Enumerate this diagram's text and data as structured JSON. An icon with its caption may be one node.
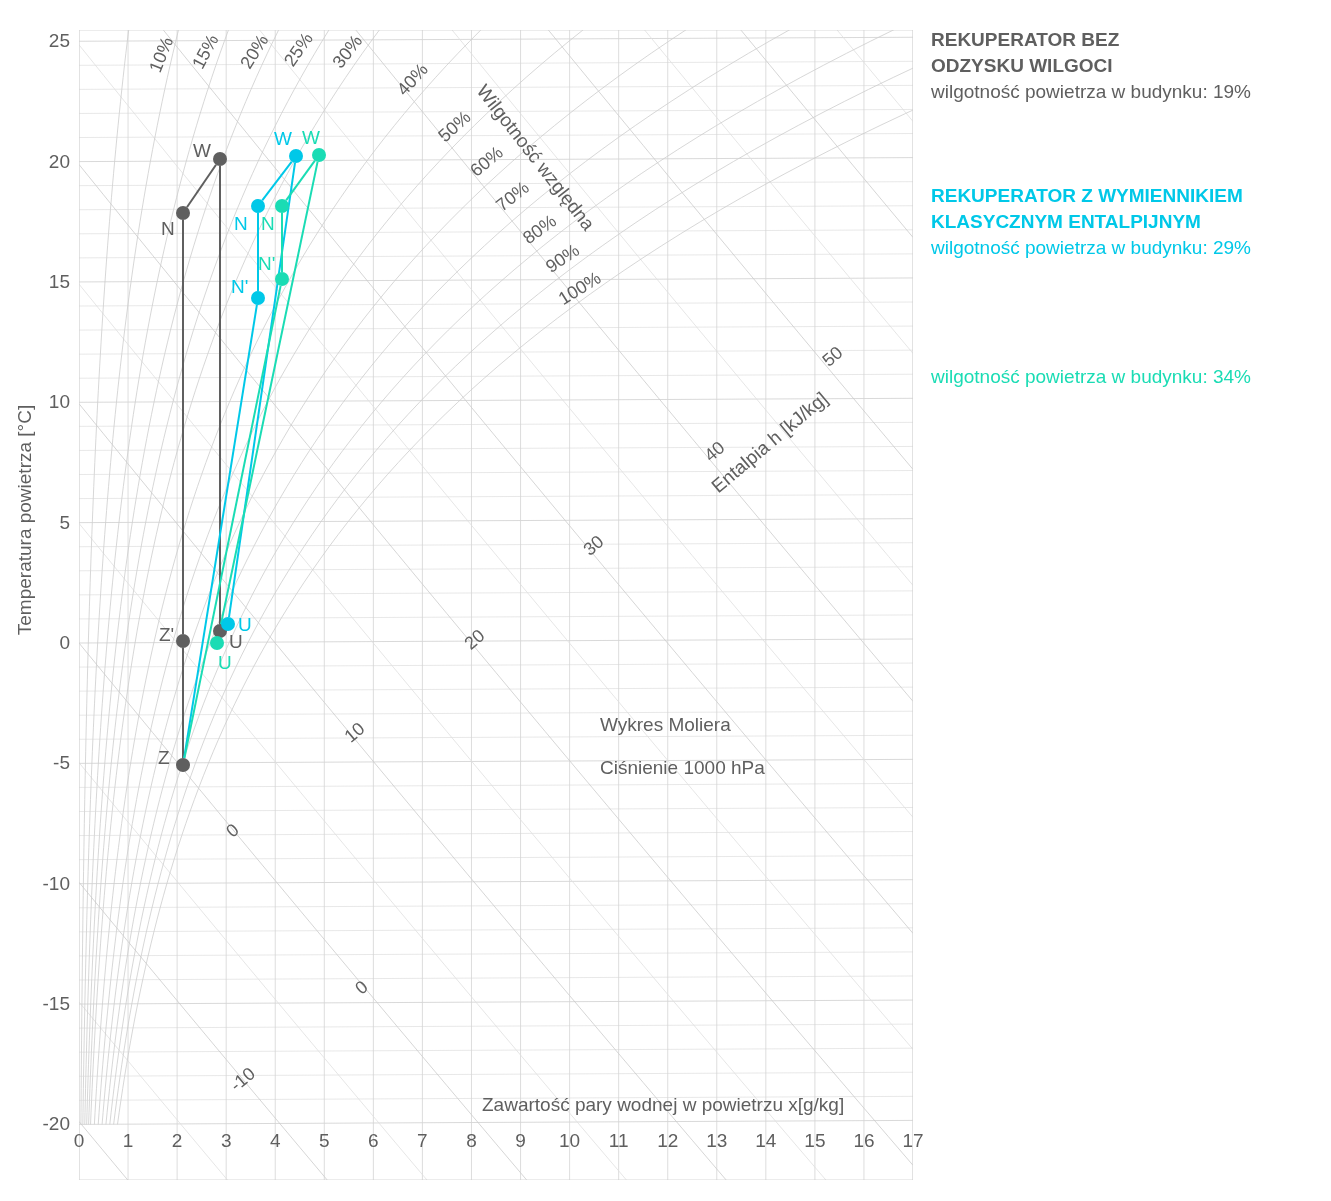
{
  "diagram": {
    "nodes": [
      {
        "text": [
          "W"
        ]
      },
      {
        "text": [
          "N"
        ]
      },
      {
        "text": [
          "Z'"
        ]
      },
      {
        "text": [
          "U"
        ]
      },
      {
        "text": [
          "Z"
        ]
      },
      {
        "text": [
          "W"
        ]
      },
      {
        "text": [
          "N"
        ]
      },
      {
        "text": [
          "N'"
        ]
      },
      {
        "text": [
          "U"
        ]
      },
      {
        "text": [
          "W"
        ]
      },
      {
        "text": [
          "N"
        ]
      },
      {
        "text": [
          "N'"
        ]
      },
      {
        "text": [
          "U"
        ]
      }
    ],
    "edges": [
      {
        "from": 4,
        "to": 2,
        "arrow": "none"
      },
      {
        "from": 2,
        "to": 1,
        "arrow": "none"
      },
      {
        "from": 1,
        "to": 0,
        "arrow": "none"
      },
      {
        "from": 0,
        "to": 3,
        "arrow": "none"
      },
      {
        "from": 6,
        "to": 5,
        "arrow": "none",
        "color": "#00c8e8"
      },
      {
        "from": 6,
        "to": 7,
        "arrow": "none",
        "color": "#00c8e8"
      },
      {
        "from": 7,
        "to": 4,
        "arrow": "none",
        "color": "#00c8e8"
      },
      {
        "from": 5,
        "to": 8,
        "arrow": "none",
        "color": "#00c8e8"
      },
      {
        "from": 10,
        "to": 9,
        "arrow": "none",
        "color": "#1adcb4"
      },
      {
        "from": 10,
        "to": 11,
        "arrow": "none",
        "color": "#1adcb4"
      },
      {
        "from": 11,
        "to": 4,
        "arrow": "none",
        "color": "#1adcb4"
      },
      {
        "from": 9,
        "to": 12,
        "arrow": "none",
        "color": "#1adcb4"
      }
    ],
    "labels": [
      "25",
      "20",
      "15",
      "10",
      "5",
      "0",
      "-5",
      "-10",
      "-15",
      "-20",
      "0",
      "1",
      "2",
      "3",
      "4",
      "5",
      "6",
      "7",
      "8",
      "9",
      "10",
      "11",
      "12",
      "13",
      "14",
      "15",
      "16",
      "17",
      "Temperatura powietrza [°C]",
      "Zawartość pary wodnej w powietrzu x[g/kg]",
      "10%",
      "15%",
      "20%",
      "25%",
      "30%",
      "40%",
      "50%",
      "60%",
      "70%",
      "80%",
      "90%",
      "100%",
      "Wilgotność względna",
      "50",
      "40",
      "30",
      "20",
      "10",
      "0",
      "0",
      "-10",
      "Entalpia h [kJ/kg]",
      "Wykres Moliera",
      "Ciśnienie 1000 hPa",
      "REKUPERATOR BEZ ODZYSKU WILGOCI",
      "wilgotność powietrza w budynku: 19%",
      "REKUPERATOR Z WYMIENNIKIEM KLASYCZNYM ENTALPIJNYM",
      "wilgotność powietrza w budynku: 29%",
      "wilgotność powietrza w budynku: 34%"
    ]
  }
}
